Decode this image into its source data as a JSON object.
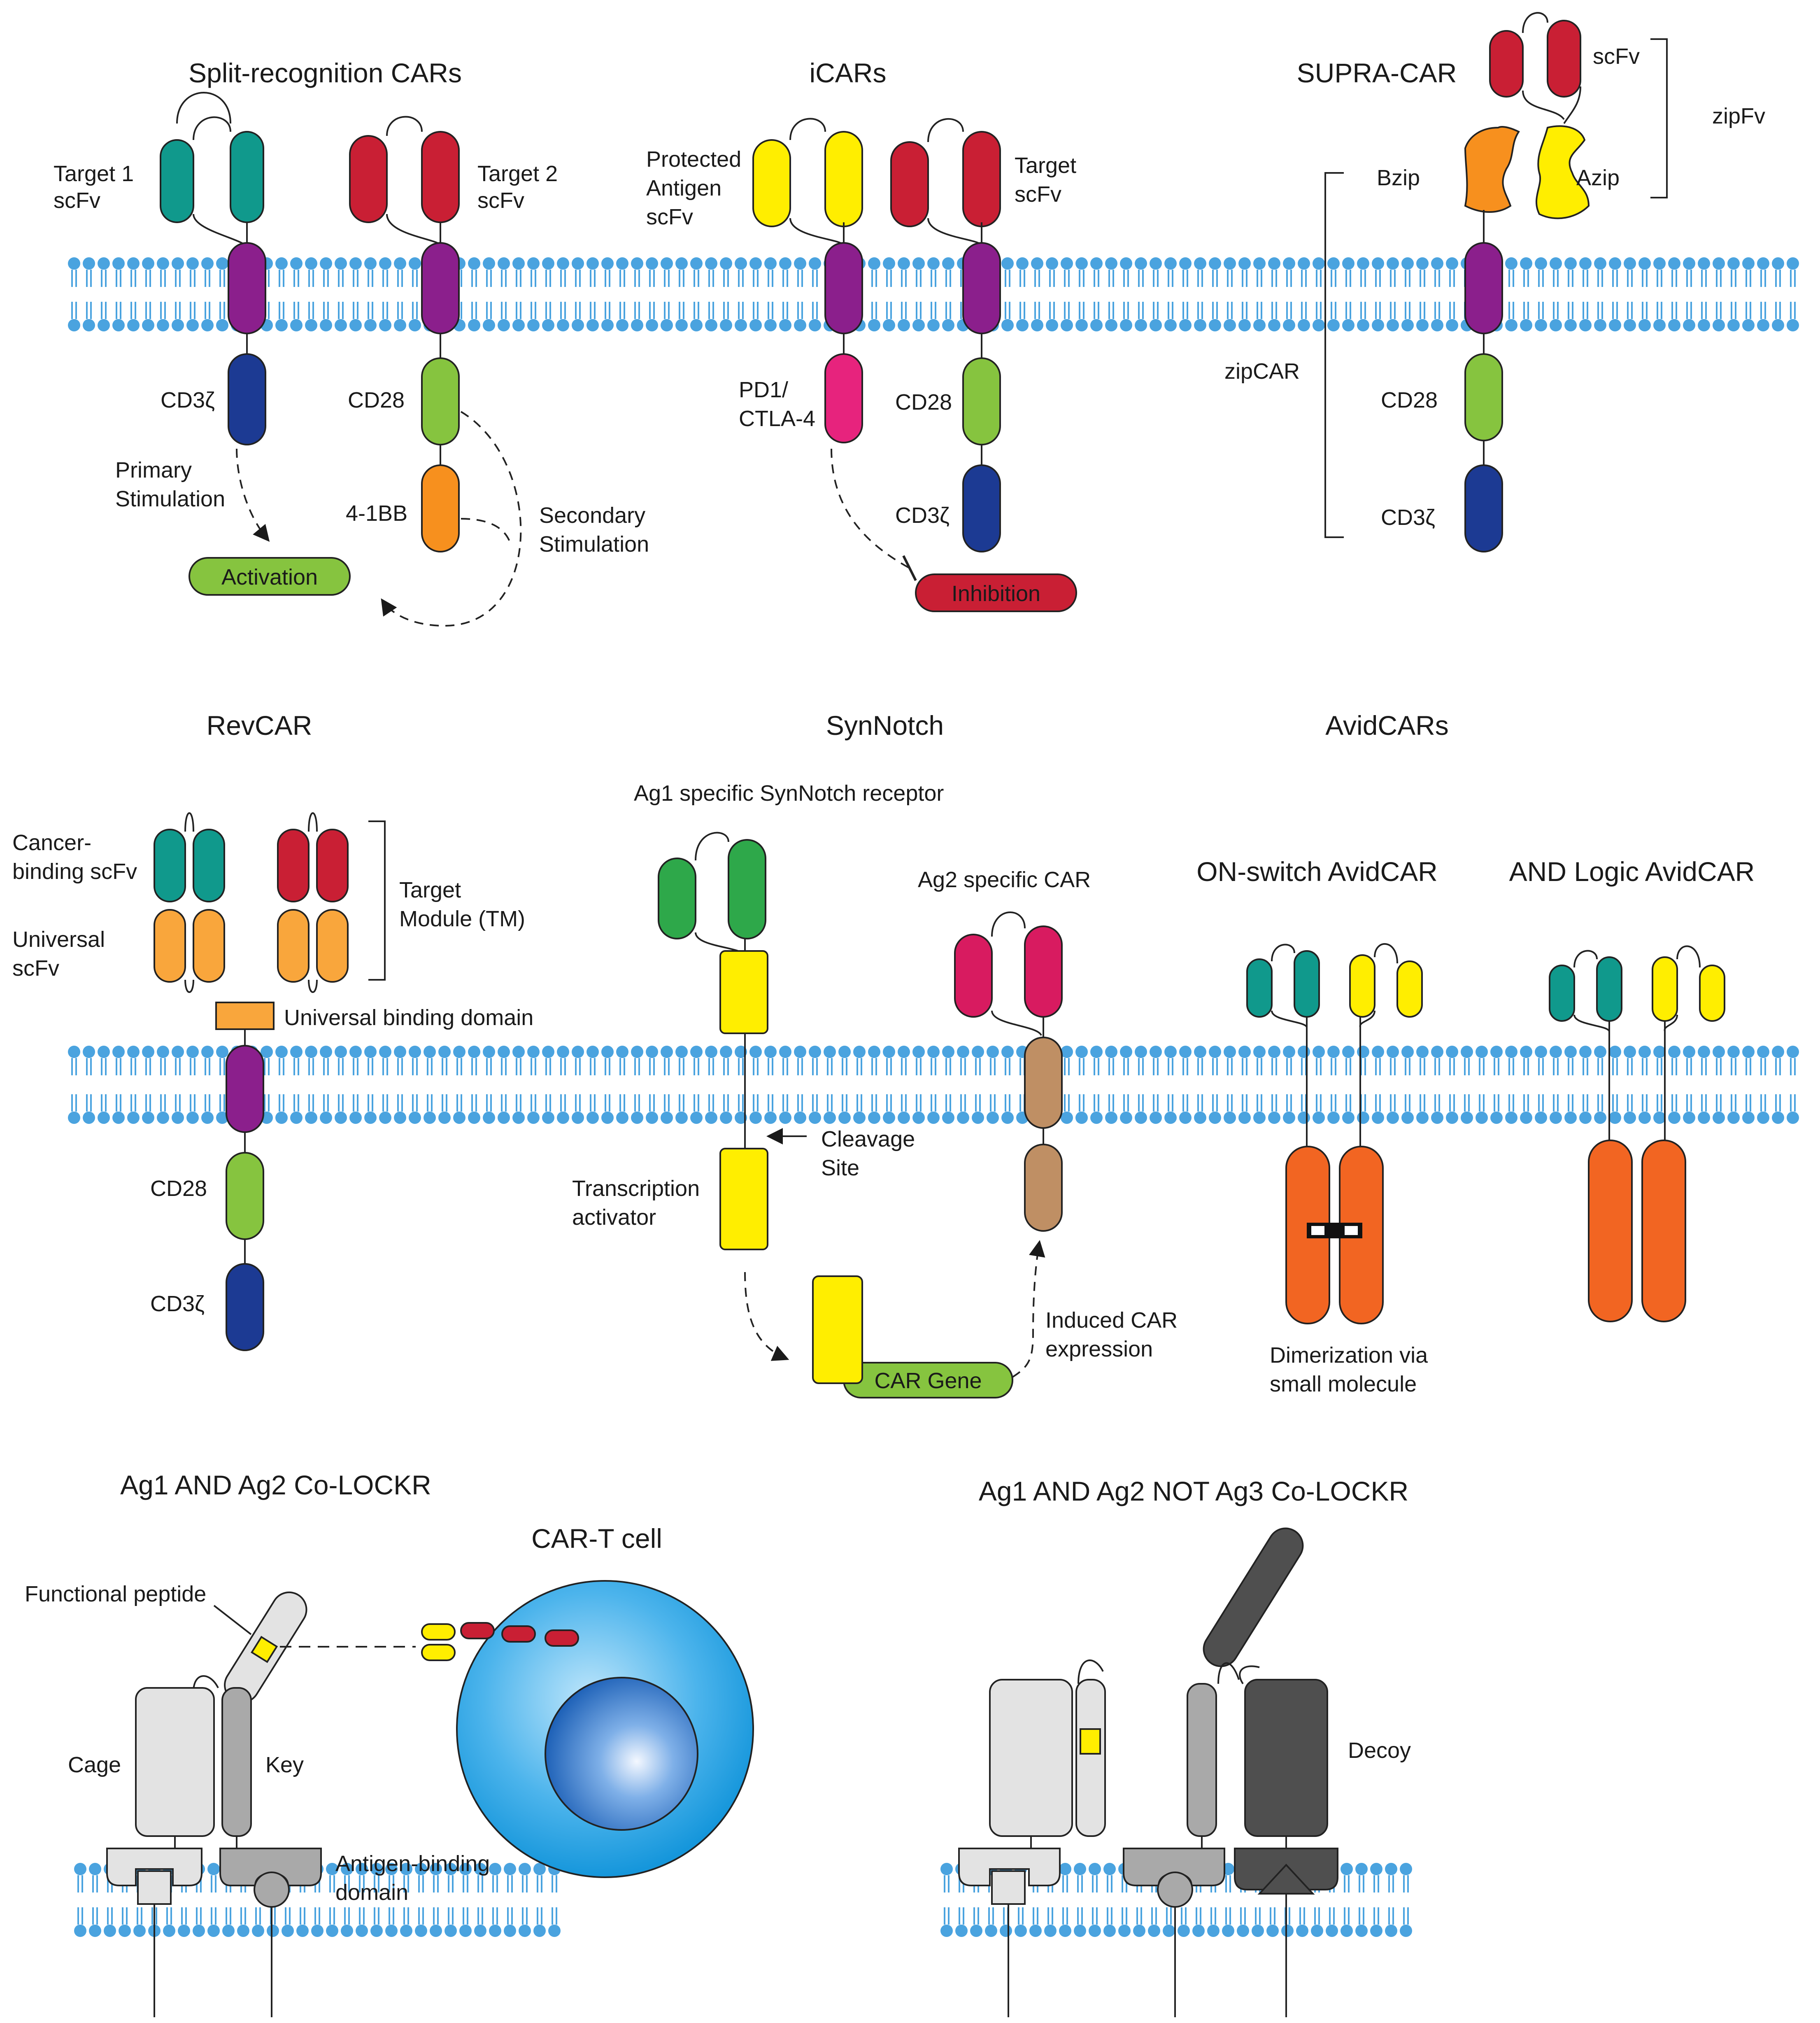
{
  "titles": {
    "split": "Split-recognition CARs",
    "icars": "iCARs",
    "supra": "SUPRA-CAR",
    "revcar": "RevCAR",
    "synnotch": "SynNotch",
    "avidcars": "AvidCARs",
    "onswitch": "ON-switch AvidCAR",
    "andlogic": "AND Logic AvidCAR",
    "colockr1": "Ag1 AND Ag2 Co-LOCKR",
    "colockr2": "Ag1 AND Ag2 NOT Ag3 Co-LOCKR",
    "cart": "CAR-T cell"
  },
  "split": {
    "target1": [
      "Target 1",
      "scFv"
    ],
    "target2": [
      "Target 2",
      "scFv"
    ],
    "cd3z": "CD3ζ",
    "cd28": "CD28",
    "bb": "4-1BB",
    "primary": [
      "Primary",
      "Stimulation"
    ],
    "secondary": [
      "Secondary",
      "Stimulation"
    ],
    "activation": "Activation"
  },
  "icars": {
    "protected": [
      "Protected",
      "Antigen",
      "scFv"
    ],
    "target": [
      "Target",
      "scFv"
    ],
    "pd1": [
      "PD1/",
      "CTLA-4"
    ],
    "cd28": "CD28",
    "cd3z": "CD3ζ",
    "inhibition": "Inhibition"
  },
  "supra": {
    "scfv": "scFv",
    "zipfv": "zipFv",
    "bzip": "Bzip",
    "azip": "Azip",
    "zipcar": "zipCAR",
    "cd28": "CD28",
    "cd3z": "CD3ζ"
  },
  "revcar": {
    "cancer": [
      "Cancer-",
      "binding scFv"
    ],
    "universal": [
      "Universal",
      "scFv"
    ],
    "tm": [
      "Target",
      "Module (TM)"
    ],
    "ubd": "Universal binding domain",
    "cd28": "CD28",
    "cd3z": "CD3ζ"
  },
  "synnotch": {
    "receptor": "Ag1 specific SynNotch receptor",
    "car": "Ag2 specific CAR",
    "cleavage": [
      "Cleavage",
      "Site"
    ],
    "transcription": [
      "Transcription",
      "activator"
    ],
    "gene": "CAR Gene",
    "induced": [
      "Induced CAR",
      "expression"
    ]
  },
  "avid": {
    "dimer": [
      "Dimerization via",
      "small molecule"
    ]
  },
  "colockr": {
    "peptide": "Functional peptide",
    "cage": "Cage",
    "key": "Key",
    "antigen": [
      "Antigen-binding",
      "domain"
    ],
    "decoy": "Decoy"
  },
  "colors": {
    "membrane": "#4aa3df",
    "purple": "#8b1f8c",
    "teal": "#10998c",
    "red": "#c91f34",
    "yellow": "#ffee00",
    "navy": "#1c3a93",
    "green": "#86c43f",
    "orange": "#f7901e",
    "pink": "#e7237d",
    "lightorange": "#f9a63c",
    "darkgreen": "#2ea84a",
    "magenta": "#d81b60",
    "brown": "#bf8f64",
    "deeporange": "#f26522",
    "lightgray": "#e3e3e3",
    "midgray": "#a9a9a9",
    "darkgray": "#4f4f4f"
  }
}
